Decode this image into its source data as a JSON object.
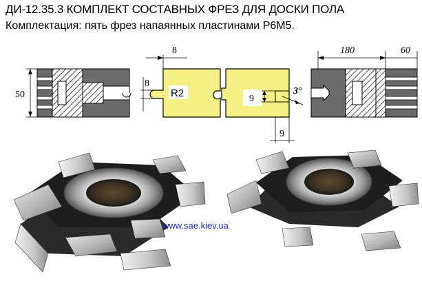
{
  "header": {
    "title": "ДИ-12.35.3 КОМПЛЕКТ СОСТАВНЫХ ФРЕЗ ДЛЯ ДОСКИ ПОЛА",
    "subtitle": "Комплектация: пять фрез напаянных пластинами Р6М5."
  },
  "drawing": {
    "dim_height": "50",
    "dim_top_gap": "8",
    "dim_left_depth": "8",
    "radius_label": "R2",
    "dim_groove_depth": "9",
    "dim_bottom": "9",
    "angle_label": "3°",
    "dim_diameter": "180",
    "dim_width": "60"
  },
  "footer": {
    "url": "www.sae.kiev.ua"
  }
}
